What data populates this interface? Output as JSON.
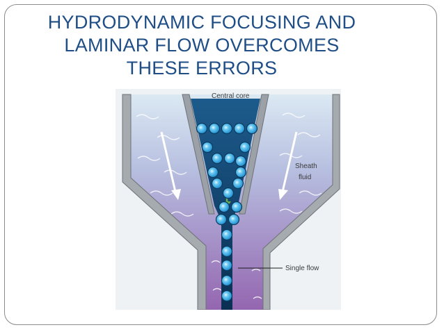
{
  "title": {
    "lines": [
      "HYDRODYNAMIC FOCUSING AND",
      "LAMINAR FLOW OVERCOMES",
      "THESE ERRORS"
    ]
  },
  "diagram": {
    "labels": {
      "central_core": "Central core",
      "sheath_fluid_line1": "Sheath",
      "sheath_fluid_line2": "fluid",
      "single_flow": "Single flow"
    },
    "colors": {
      "title": "#1f4e86",
      "sheath_fluid_top": "#cfe1ee",
      "sheath_fluid_bottom": "#9a6fb3",
      "core_stream": "#0f3d66",
      "cell": "#2fa3e0",
      "cell_highlight": "#dff5ff",
      "wall": "#8f9499",
      "flow_arrow": "#ffffff",
      "focus_arrow": "#6ab04c"
    }
  }
}
